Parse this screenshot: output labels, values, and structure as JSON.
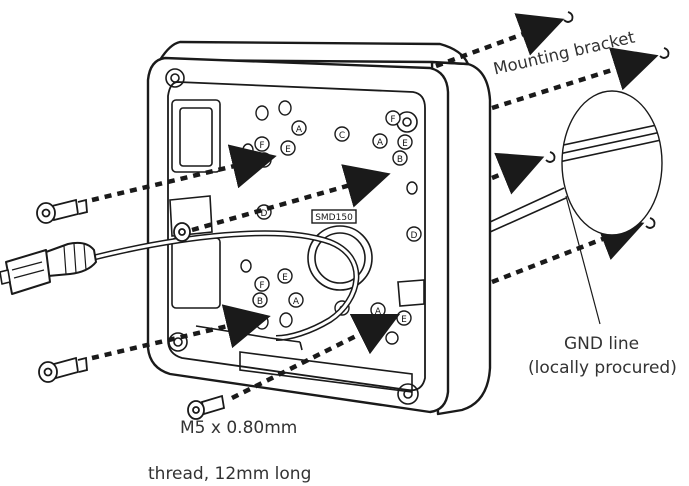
{
  "labels": {
    "mounting_bracket": "Mounting bracket",
    "gnd_line": "GND line",
    "gnd_note": "(locally procured)",
    "screw_spec_1": "M5 x 0.80mm",
    "screw_spec_2": "thread, 12mm long"
  },
  "box_marking": "SMD150",
  "hole_letters": [
    "F",
    "E",
    "A",
    "D",
    "B",
    "C"
  ],
  "colors": {
    "line": "#1a1a1a",
    "text": "#333333",
    "fill": "#ffffff"
  }
}
